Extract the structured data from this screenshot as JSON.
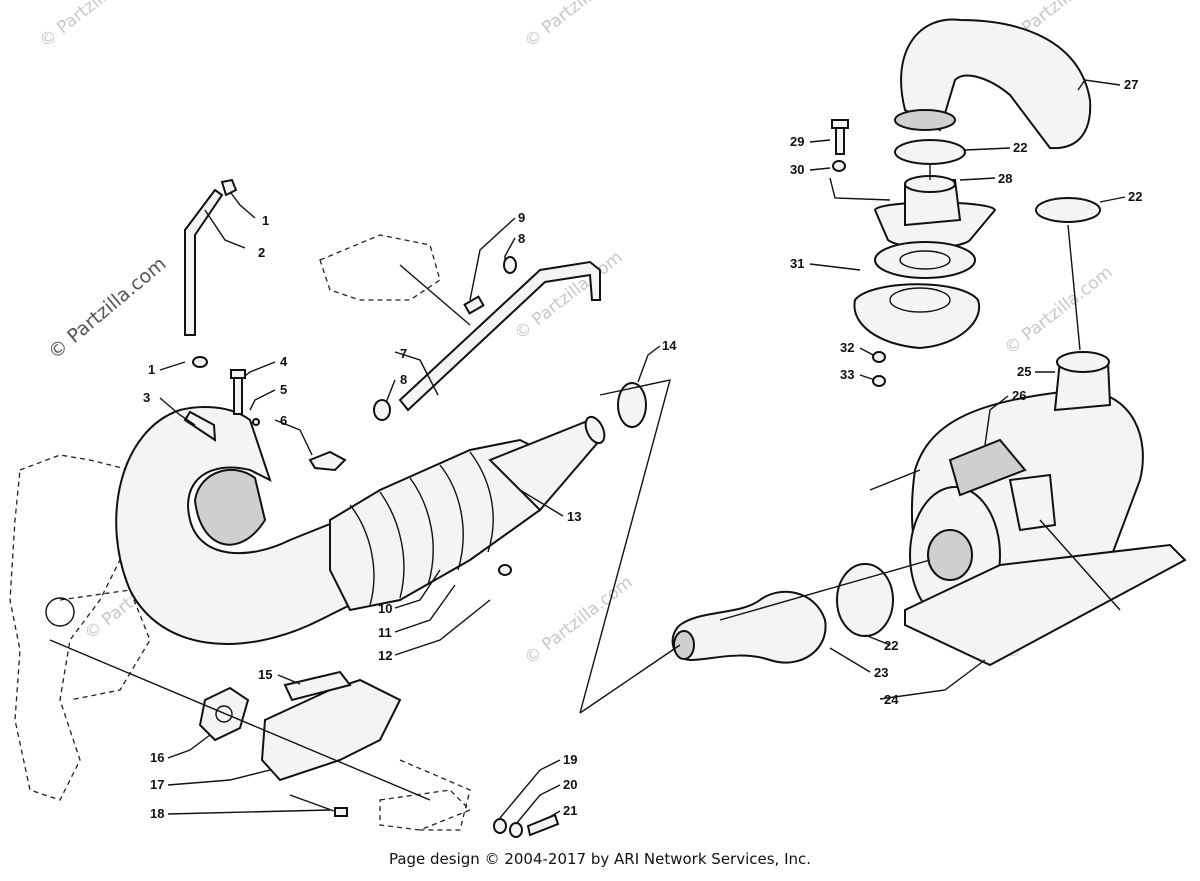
{
  "diagram": {
    "callouts": [
      {
        "id": "1a",
        "label": "1"
      },
      {
        "id": "2",
        "label": "2"
      },
      {
        "id": "1b",
        "label": "1"
      },
      {
        "id": "3",
        "label": "3"
      },
      {
        "id": "4",
        "label": "4"
      },
      {
        "id": "5",
        "label": "5"
      },
      {
        "id": "6",
        "label": "6"
      },
      {
        "id": "7",
        "label": "7"
      },
      {
        "id": "8a",
        "label": "8"
      },
      {
        "id": "8b",
        "label": "8"
      },
      {
        "id": "9",
        "label": "9"
      },
      {
        "id": "10",
        "label": "10"
      },
      {
        "id": "11",
        "label": "11"
      },
      {
        "id": "12",
        "label": "12"
      },
      {
        "id": "13",
        "label": "13"
      },
      {
        "id": "14",
        "label": "14"
      },
      {
        "id": "15",
        "label": "15"
      },
      {
        "id": "16",
        "label": "16"
      },
      {
        "id": "17",
        "label": "17"
      },
      {
        "id": "18",
        "label": "18"
      },
      {
        "id": "19",
        "label": "19"
      },
      {
        "id": "20",
        "label": "20"
      },
      {
        "id": "21",
        "label": "21"
      },
      {
        "id": "22a",
        "label": "22"
      },
      {
        "id": "22b",
        "label": "22"
      },
      {
        "id": "22c",
        "label": "22"
      },
      {
        "id": "23",
        "label": "23"
      },
      {
        "id": "24",
        "label": "24"
      },
      {
        "id": "25",
        "label": "25"
      },
      {
        "id": "26",
        "label": "26"
      },
      {
        "id": "27",
        "label": "27"
      },
      {
        "id": "28",
        "label": "28"
      },
      {
        "id": "29",
        "label": "29"
      },
      {
        "id": "30",
        "label": "30"
      },
      {
        "id": "31",
        "label": "31"
      },
      {
        "id": "32",
        "label": "32"
      },
      {
        "id": "33",
        "label": "33"
      }
    ],
    "watermark": "© Partzilla.com"
  },
  "footer": {
    "text": "Page design © 2004-2017 by ARI Network Services, Inc."
  }
}
